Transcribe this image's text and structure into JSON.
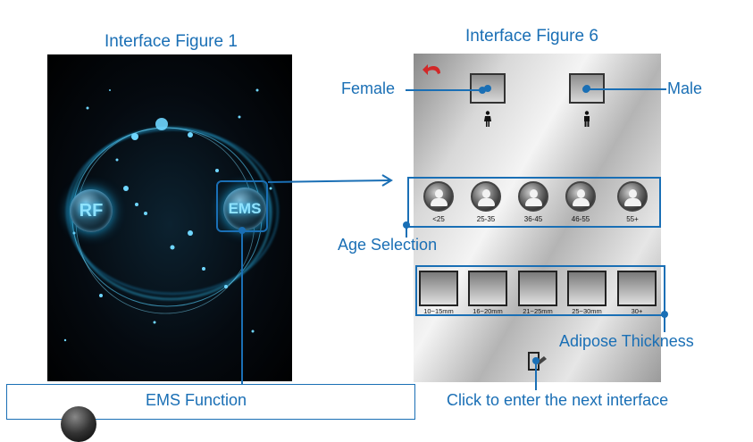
{
  "titles": {
    "left": "Interface Figure 1",
    "right": "Interface Figure 6"
  },
  "left_panel": {
    "rf_label": "RF",
    "ems_label": "EMS"
  },
  "right_panel": {
    "ages": [
      "<25",
      "25-35",
      "36-45",
      "46-55",
      "55+"
    ],
    "thicknesses": [
      "10~15mm",
      "16~20mm",
      "21~25mm",
      "25~30mm",
      "30+"
    ]
  },
  "callouts": {
    "female": "Female",
    "male": "Male",
    "age_selection": "Age Selection",
    "adipose": "Adipose Thickness",
    "next": "Click to enter the next interface",
    "ems_function": "EMS Function"
  },
  "colors": {
    "callout_blue": "#1a6fb5",
    "back_arrow_red": "#d22828"
  }
}
